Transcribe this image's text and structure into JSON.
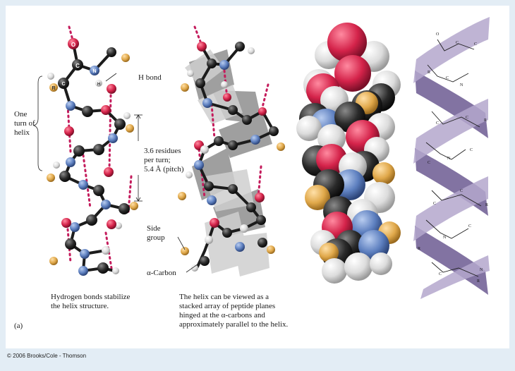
{
  "labels": {
    "h_bond": "H bond",
    "one_turn": [
      "One",
      "turn of",
      "helix"
    ],
    "residues": [
      "3.6 residues",
      "per turn;",
      "5.4 Å (pitch)"
    ],
    "side_group": [
      "Side",
      "group"
    ],
    "alpha_carbon": "α-Carbon",
    "atom_o": "O",
    "atom_c": "C",
    "atom_n": "N",
    "atom_h": "H",
    "atom_r": "R",
    "panel_letter": "(a)"
  },
  "captions": {
    "left": [
      "Hydrogen bonds stabilize",
      "the helix structure."
    ],
    "middle": [
      "The helix can be viewed as a",
      "stacked array of peptide planes",
      "hinged at the α-carbons and",
      "approximately parallel to the helix."
    ]
  },
  "copyright": "© 2006 Brooks/Cole - Thomson",
  "colors": {
    "oxygen": "#d4234a",
    "carbon": "#2a2a2a",
    "nitrogen": "#5d7fbf",
    "hydrogen": "#e4e4e4",
    "side_group": "#e0a84a",
    "hbond": "#c41c5c",
    "plane": "#9a9a9a",
    "ribbon": "#a89bc4",
    "ribbon_dark": "#6c5b92",
    "background": "#e3edf5"
  }
}
